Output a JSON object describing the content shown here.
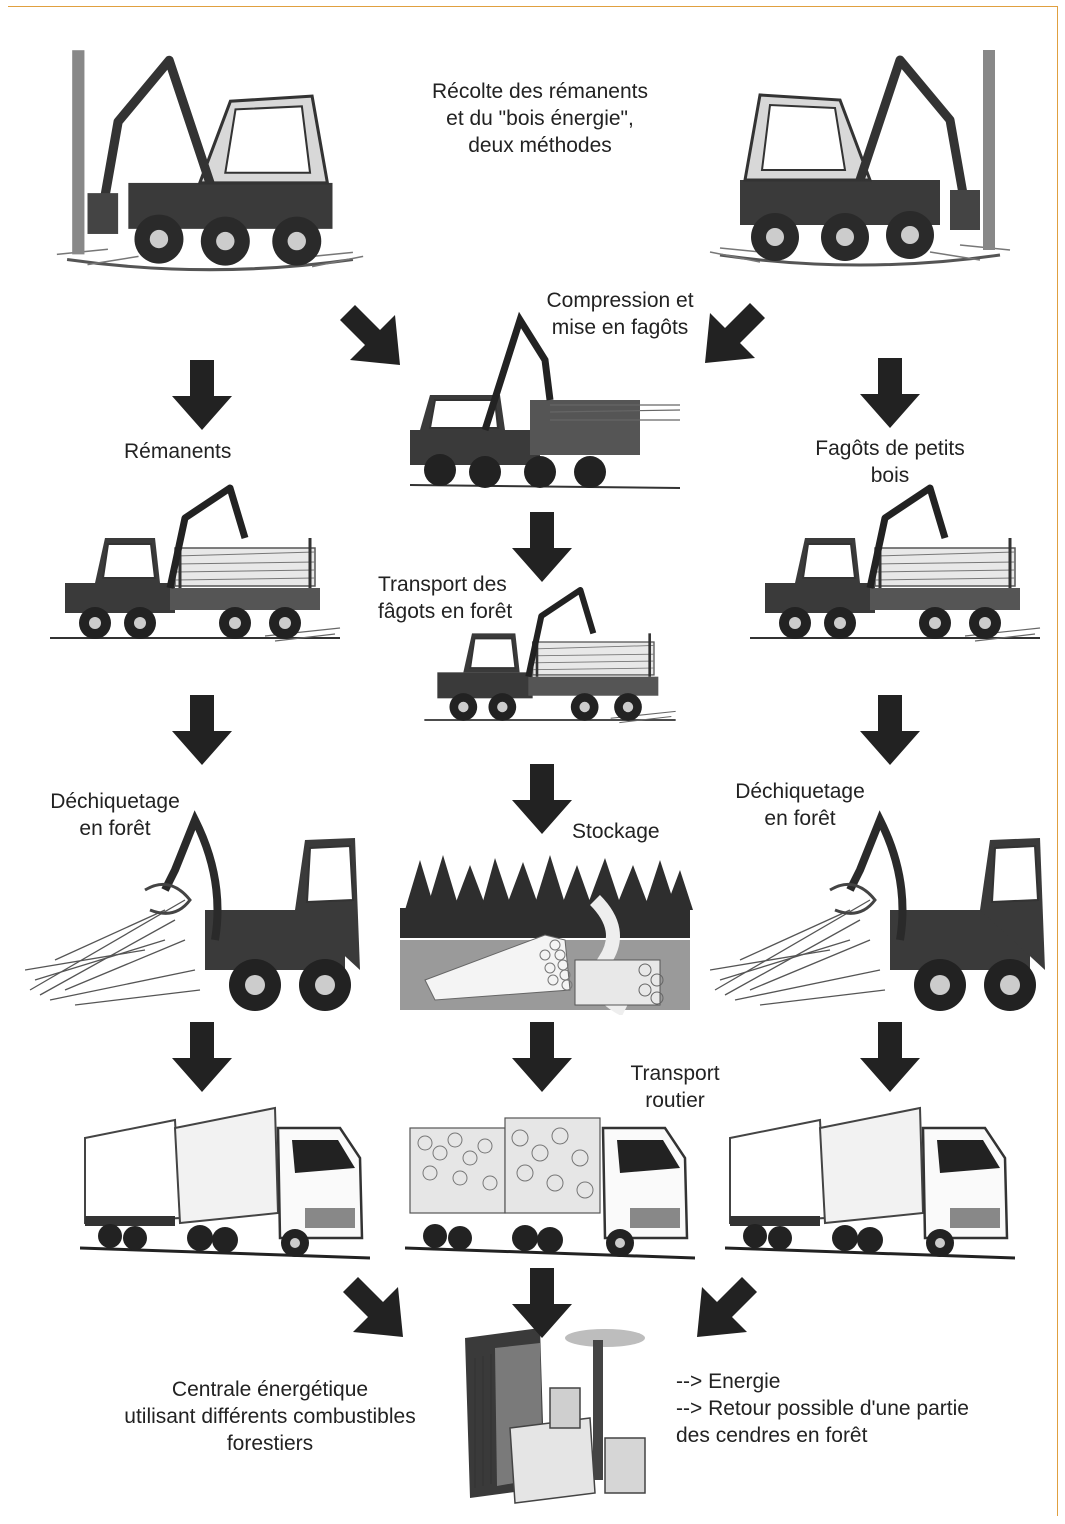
{
  "labels": {
    "harvest_l1": "Récolte des rémanents",
    "harvest_l2": "et du \"bois énergie\",",
    "harvest_l3": "deux méthodes",
    "compression_l1": "Compression et",
    "compression_l2": "mise en fagôts",
    "remanents": "Rémanents",
    "fagots_l1": "Fagôts de petits",
    "fagots_l2": "bois",
    "transport_fagots_l1": "Transport des",
    "transport_fagots_l2": "fâgots en forêt",
    "dechiq_left_l1": "Déchiquetage",
    "dechiq_left_l2": "en forêt",
    "dechiq_right_l1": "Déchiquetage",
    "dechiq_right_l2": "en forêt",
    "stockage": "Stockage",
    "transport_routier_l1": "Transport",
    "transport_routier_l2": "routier",
    "centrale_l1": "Centrale énergétique",
    "centrale_l2": "utilisant différents combustibles",
    "centrale_l3": "forestiers",
    "energie_l1": "--> Energie",
    "energie_l2": "--> Retour possible d'une partie",
    "energie_l3": "des cendres en forêt"
  },
  "colors": {
    "arrow": "#222222",
    "machine_dark": "#3a3a3a",
    "machine_mid": "#8a8a8a",
    "machine_light": "#d8d8d8",
    "forest": "#2e2e2e",
    "frame": "#e0a040"
  }
}
